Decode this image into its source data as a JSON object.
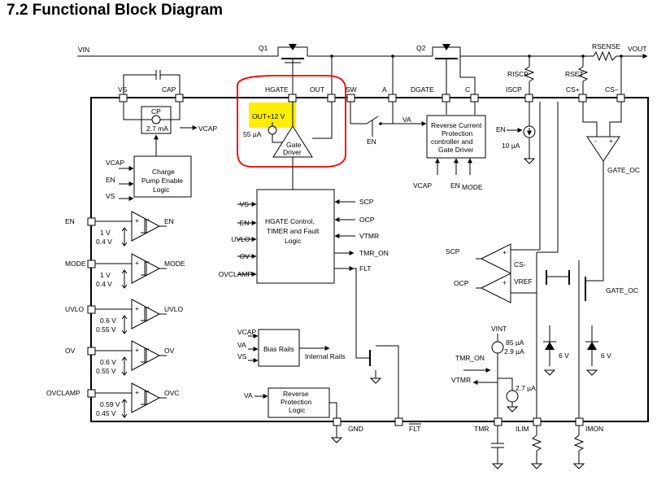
{
  "title": "7.2 Functional Block Diagram",
  "rails": {
    "vin": "VIN",
    "vout": "VOUT"
  },
  "fets": {
    "q1": "Q1",
    "q2": "Q2"
  },
  "sense": {
    "rsense": "RSENSE",
    "riscp": "RISCP",
    "rset": "RSET"
  },
  "top_pins": {
    "vs": "VS",
    "cap": "CAP",
    "hgate": "HGATE",
    "out": "OUT",
    "sw": "SW",
    "a": "A",
    "dgate": "DGATE",
    "c": "C",
    "iscp": "ISCP",
    "csp": "CS+",
    "csm": "CS–"
  },
  "charge_pump": {
    "cp": "CP",
    "current": "2.7 mA",
    "vcap": "VCAP",
    "block": "Charge Pump Enable Logic",
    "in_vcap": "VCAP",
    "in_en": "EN",
    "in_vs": "VS"
  },
  "gate_driver": {
    "supply": "OUT+12 V",
    "current": "55 µA",
    "label": "Gate Driver"
  },
  "switch": {
    "en": "EN",
    "va": "VA"
  },
  "reverse_ctrl": {
    "label": "Reverse Current Protection controller and Gate Driver",
    "vcap": "VCAP",
    "en": "EN",
    "mode": "MODE"
  },
  "iscp_src": {
    "en": "EN",
    "current": "10 µA"
  },
  "gate_oc": "GATE_OC",
  "left_pins": [
    {
      "pin": "EN",
      "hi": "1 V",
      "lo": "0.4 V",
      "out": "EN"
    },
    {
      "pin": "MODE",
      "hi": "1 V",
      "lo": "0.4 V",
      "out": "MODE"
    },
    {
      "pin": "UVLO",
      "hi": "0.6 V",
      "lo": "0.55 V",
      "out": "UVLO"
    },
    {
      "pin": "OV",
      "hi": "0.6 V",
      "lo": "0.55 V",
      "out": "OV"
    },
    {
      "pin": "OVCLAMP",
      "hi": "0.59 V",
      "lo": "0.45 V",
      "out": "OVC"
    }
  ],
  "hgate_ctrl": {
    "label": "HGATE Control, TIMER and Fault Logic",
    "inputs": [
      "VS",
      "EN",
      "UVLO",
      "OV",
      "OVCLAMP"
    ],
    "outputs": [
      "SCP",
      "OCP",
      "VTMR",
      "TMR_ON",
      "FLT"
    ]
  },
  "comparators": {
    "scp": "SCP",
    "cs_minus": "CS-",
    "ocp": "OCP",
    "vref": "VREF",
    "gate_oc": "GATE_OC"
  },
  "bias": {
    "inputs": [
      "VCAP",
      "VA",
      "VS"
    ],
    "label": "Bias Rails",
    "out": "Internal Rails"
  },
  "reverse_logic": {
    "va": "VA",
    "label": "Reverse Protection Logic"
  },
  "timer": {
    "vint": "VINT",
    "current_hi": "85 µA",
    "current_lo": "2.9 µA",
    "tmr_on": "TMR_ON",
    "vtmr": "VTMR",
    "current_dis": "2.7 µA"
  },
  "zeners": {
    "z1": "6 V",
    "z2": "6 V"
  },
  "bottom_pins": {
    "gnd": "GND",
    "flt": "FLT",
    "tmr": "TMR",
    "ilim": "ILIM",
    "imon": "IMON"
  }
}
